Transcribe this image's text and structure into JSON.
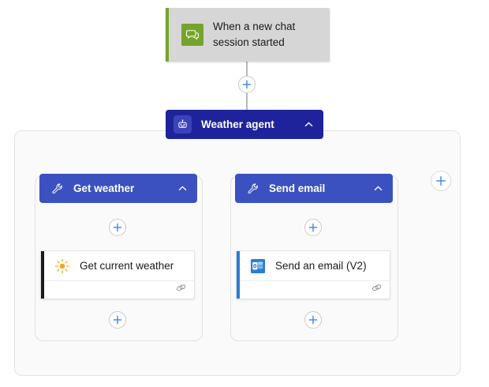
{
  "canvas": {
    "background_color": "#ffffff",
    "container_background": "#fafafa",
    "container_border": "#e1e1e1",
    "connector_color": "#9a9a9a"
  },
  "trigger": {
    "label": "When a new chat session started",
    "icon": "chat-bubble-icon",
    "accent_color": "#76a32a",
    "background_color": "#d6d6d6"
  },
  "agent": {
    "label": "Weather agent",
    "icon": "robot-icon",
    "collapse_icon": "chevron-up-icon",
    "background_color": "#1f239b"
  },
  "tools": [
    {
      "label": "Get weather",
      "icon": "wrench-icon",
      "collapse_icon": "chevron-up-icon",
      "background_color": "#3b51c0",
      "action": {
        "title": "Get current weather",
        "icon": "sun-icon",
        "accent_color": "#1b1b1b",
        "connection_icon": "connection-link-icon"
      }
    },
    {
      "label": "Send email",
      "icon": "wrench-icon",
      "collapse_icon": "chevron-up-icon",
      "background_color": "#3b51c0",
      "action": {
        "title": "Send an email (V2)",
        "icon": "outlook-icon",
        "accent_color": "#2b7cd3",
        "connection_icon": "connection-link-icon"
      }
    }
  ],
  "add_buttons": [
    {
      "name": "add-step-after-trigger",
      "label": "+"
    },
    {
      "name": "add-step-in-get-weather",
      "label": "+"
    },
    {
      "name": "add-step-in-send-email",
      "label": "+"
    },
    {
      "name": "add-step-after-get-current-weather",
      "label": "+"
    },
    {
      "name": "add-step-after-send-an-email",
      "label": "+"
    },
    {
      "name": "add-tool-to-agent",
      "label": "+"
    }
  ],
  "plus_color": "#4a8ce8"
}
